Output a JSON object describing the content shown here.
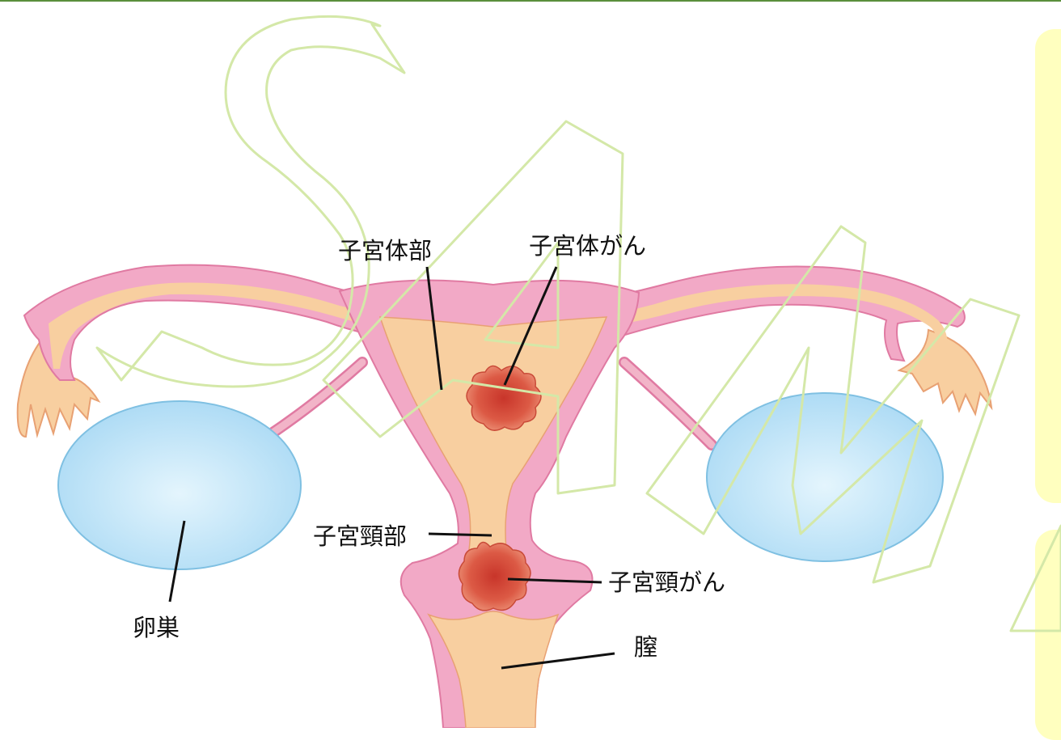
{
  "diagram": {
    "labels": {
      "corpus": "子宮体部",
      "corpus_cancer": "子宮体がん",
      "cervix": "子宮頸部",
      "cervical_cancer": "子宮頸がん",
      "ovary": "卵巣",
      "vagina": "膣"
    },
    "watermark": "SAM"
  },
  "colors": {
    "uterus_wall": "#f2a9c6",
    "wall_stroke": "#e07aa2",
    "uterine_cavity": "#f8cfa0",
    "ovary_fill": "#cbe9fa",
    "ovary_stroke": "#7fc0e2",
    "tumor": "#d9553f",
    "watermark_stroke": "#d4e8a8",
    "side_panel": "#ffffbf",
    "top_line": "#5a8f3c"
  }
}
